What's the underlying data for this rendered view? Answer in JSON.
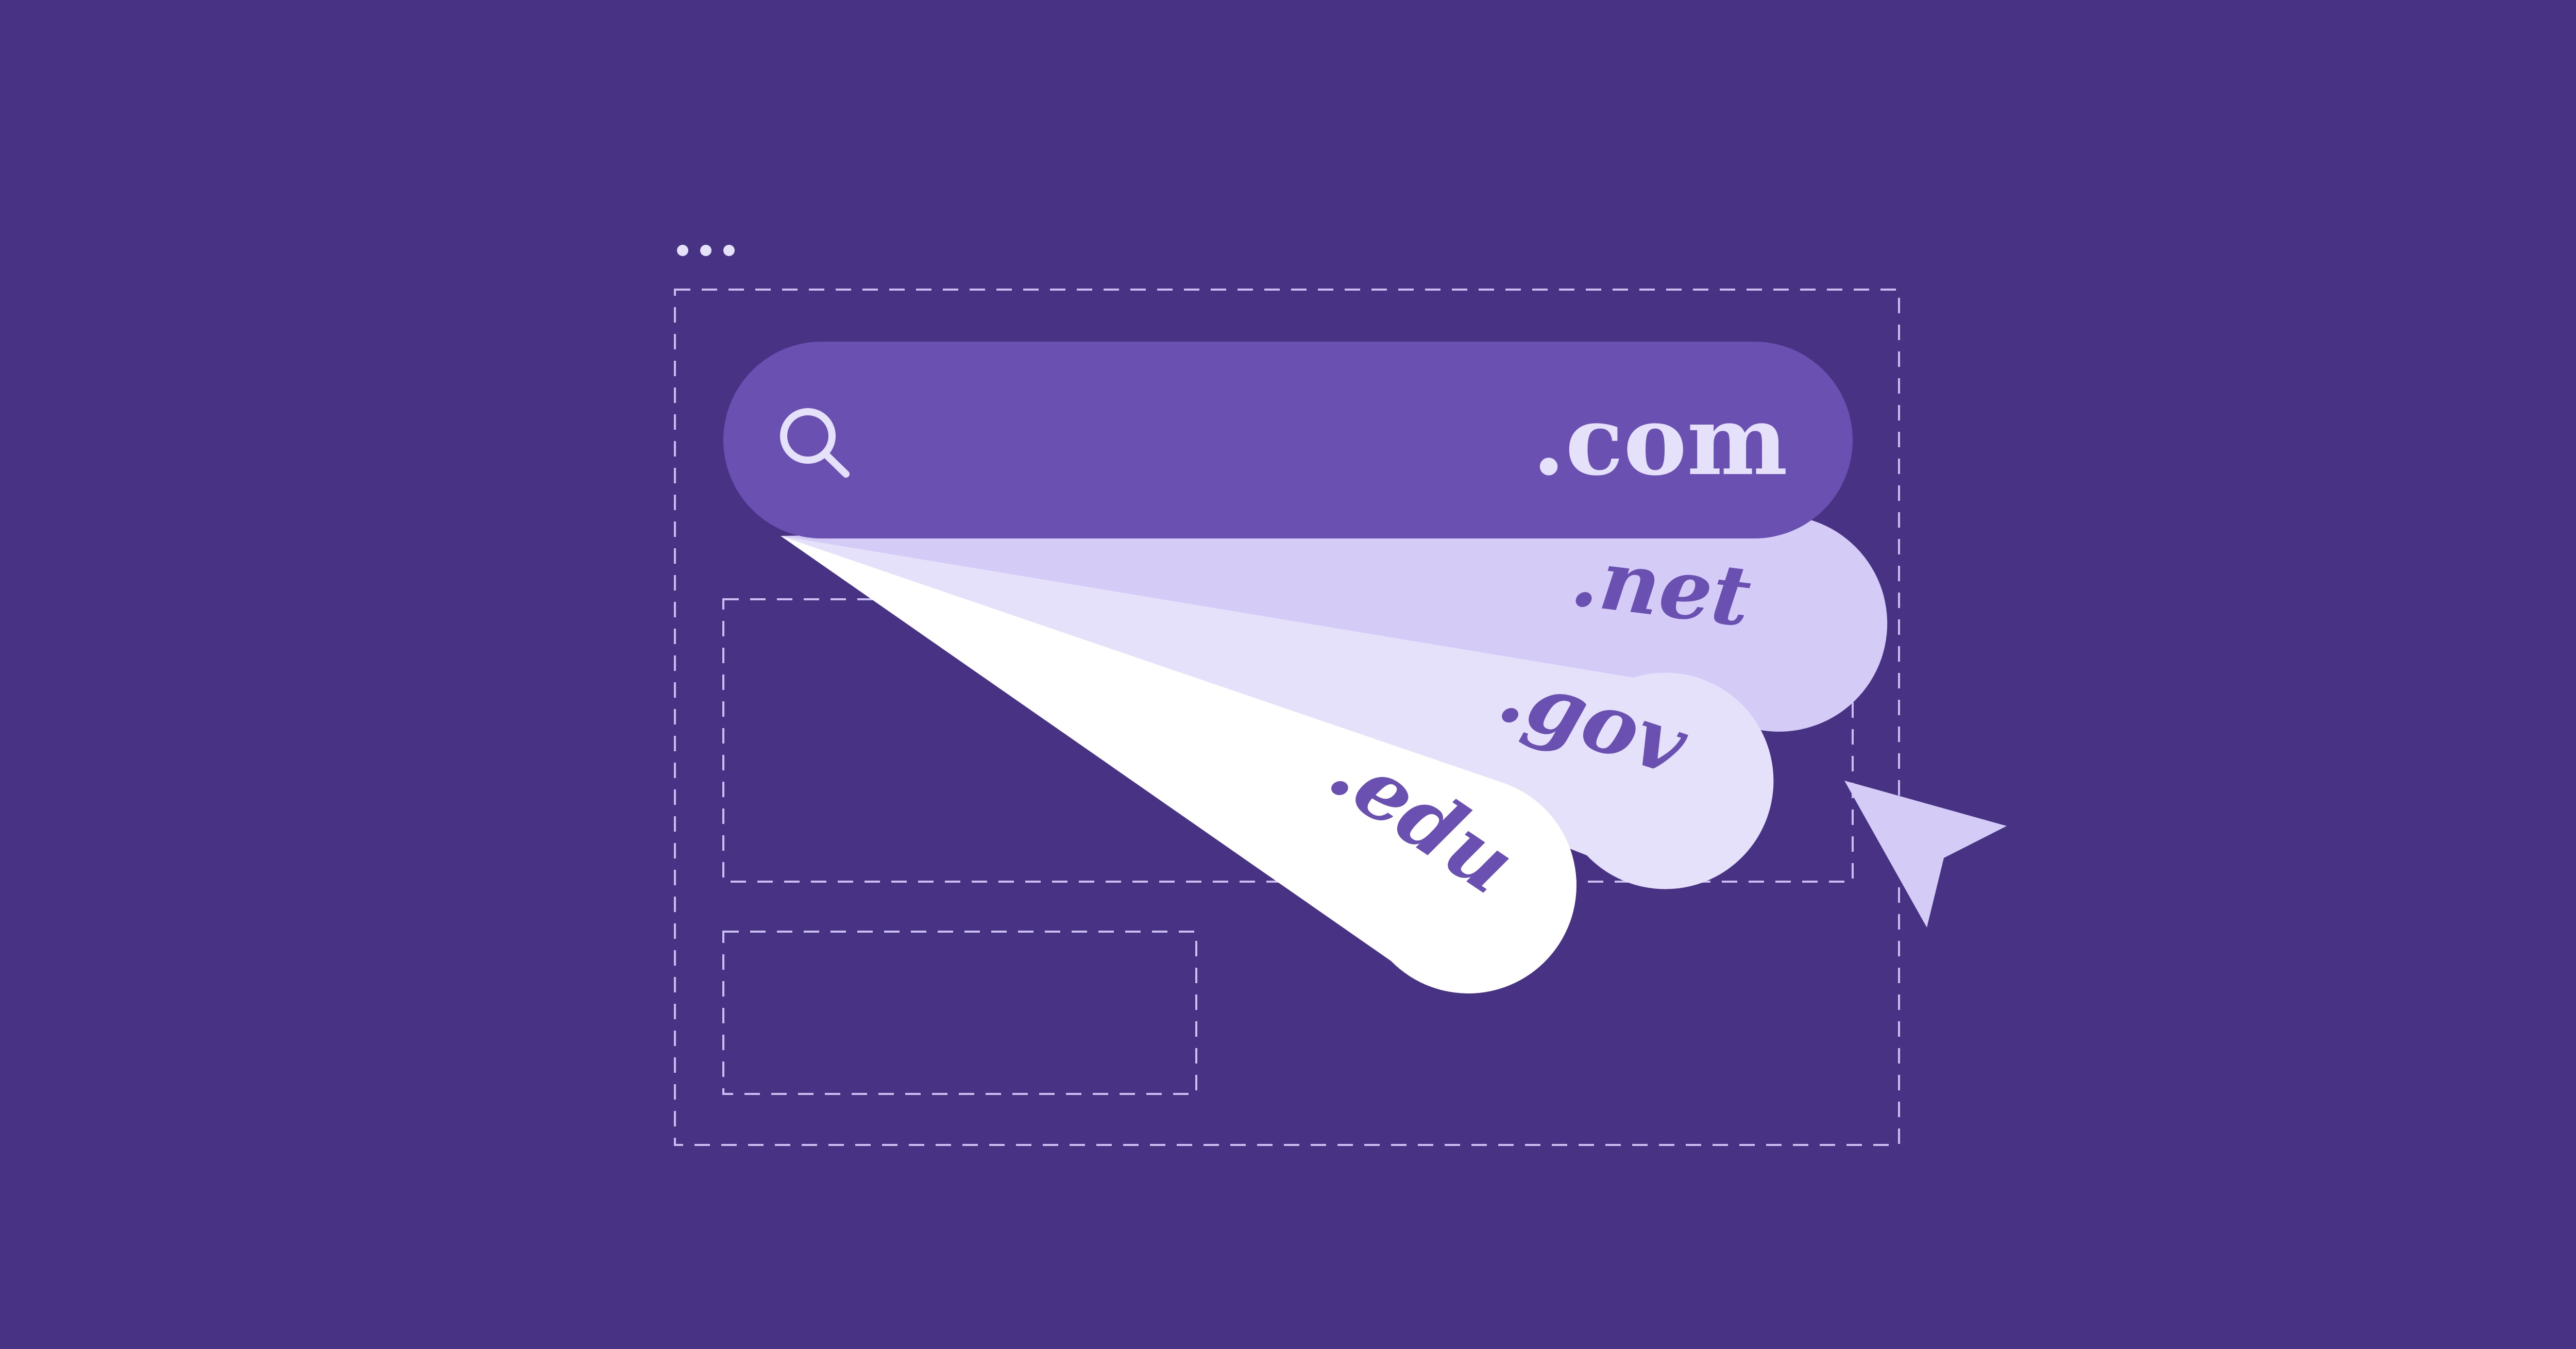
{
  "colors": {
    "background": "#473283",
    "search_bar": "#6A50B1",
    "fan_net": "#D4CCF7",
    "fan_gov": "#E5E1FB",
    "fan_edu": "#FFFFFF",
    "tld_on_bar": "#E5E1FB",
    "tld_on_card": "#6A50B1",
    "dashes": "#C9BEEF",
    "cursor": "#D4CCF7"
  },
  "browser": {
    "menu_icon": "ellipsis-icon"
  },
  "search": {
    "icon": "search-icon",
    "tld": ".com"
  },
  "fan": [
    {
      "tld": ".net"
    },
    {
      "tld": ".gov"
    },
    {
      "tld": ".edu"
    }
  ],
  "cursor_icon": "pointer-arrow-icon"
}
